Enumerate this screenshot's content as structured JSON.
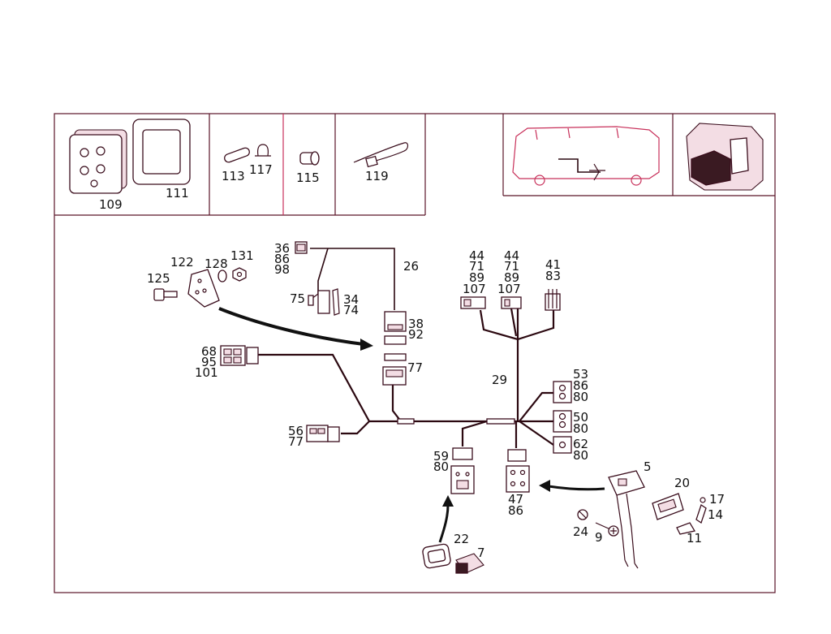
{
  "colors": {
    "line": "#2b0810",
    "accent": "#c8305a",
    "frame": "#5a1428"
  },
  "callouts": [
    "109",
    "111",
    "113",
    "117",
    "115",
    "119",
    "122",
    "128",
    "131",
    "125",
    "36",
    "86",
    "98",
    "26",
    "75",
    "34",
    "74",
    "38",
    "92",
    "77",
    "68",
    "95",
    "101",
    "56",
    "77",
    "44",
    "71",
    "89",
    "107",
    "44",
    "71",
    "89",
    "107",
    "41",
    "83",
    "29",
    "53",
    "86",
    "80",
    "50",
    "80",
    "62",
    "80",
    "59",
    "80",
    "47",
    "86",
    "5",
    "20",
    "17",
    "14",
    "11",
    "24",
    "9",
    "22",
    "7"
  ]
}
